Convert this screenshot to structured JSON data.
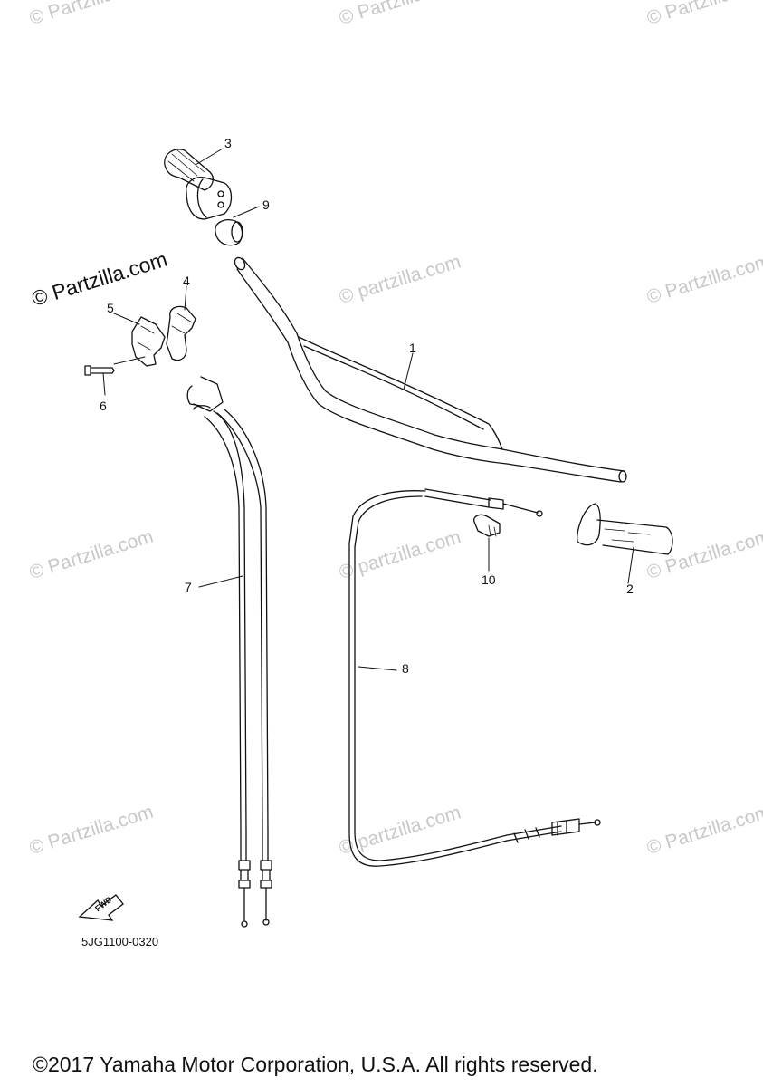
{
  "watermark": "© Partzilla.com",
  "watermark_lower": "© partzilla.com",
  "callouts": {
    "p1": "1",
    "p2": "2",
    "p3": "3",
    "p4": "4",
    "p5": "5",
    "p6": "6",
    "p7": "7",
    "p8": "8",
    "p9": "9",
    "p10": "10"
  },
  "fwd_label": "FWD",
  "diagram_code": "5JG1100-0320",
  "copyright": "©2017 Yamaha Motor Corporation, U.S.A. All rights reserved."
}
